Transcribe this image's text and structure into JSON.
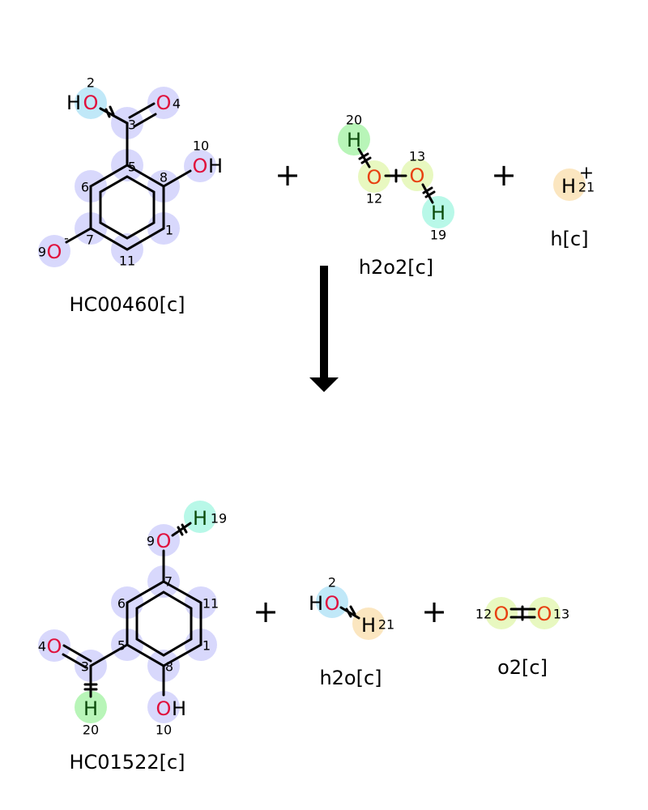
{
  "reaction": {
    "reactants": [
      {
        "name": "HC00460[c]",
        "atoms": {
          "O2": "O",
          "H2": "H",
          "O4": "O",
          "O10": "O",
          "H10": "H",
          "O9": "O",
          "charge9": "-"
        },
        "numbers": [
          "2",
          "3",
          "4",
          "5",
          "6",
          "7",
          "8",
          "9",
          "10",
          "1",
          "11"
        ]
      },
      {
        "name": "h2o2[c]",
        "atoms": {
          "H20": "H",
          "O12": "O",
          "O13": "O",
          "H19": "H"
        },
        "numbers": [
          "20",
          "12",
          "13",
          "19"
        ]
      },
      {
        "name": "h[c]",
        "atoms": {
          "H21": "H",
          "charge": "+"
        },
        "numbers": [
          "21"
        ]
      }
    ],
    "products": [
      {
        "name": "HC01522[c]",
        "atoms": {
          "O9": "O",
          "H19": "H",
          "O4": "O",
          "H20": "H",
          "O10": "O",
          "H10": "H"
        },
        "numbers": [
          "9",
          "19",
          "7",
          "11",
          "1",
          "8",
          "5",
          "6",
          "3",
          "4",
          "20",
          "10"
        ]
      },
      {
        "name": "h2o[c]",
        "atoms": {
          "H2": "H",
          "O2": "O",
          "H21": "H"
        },
        "numbers": [
          "2",
          "21"
        ]
      },
      {
        "name": "o2[c]",
        "atoms": {
          "O12": "O",
          "O13": "O"
        },
        "numbers": [
          "12",
          "13"
        ]
      }
    ],
    "plus": "+",
    "colors": {
      "carbon_highlight": "#d8d8fc",
      "oxygen": "#e0103c",
      "arrow": "#000000"
    }
  }
}
